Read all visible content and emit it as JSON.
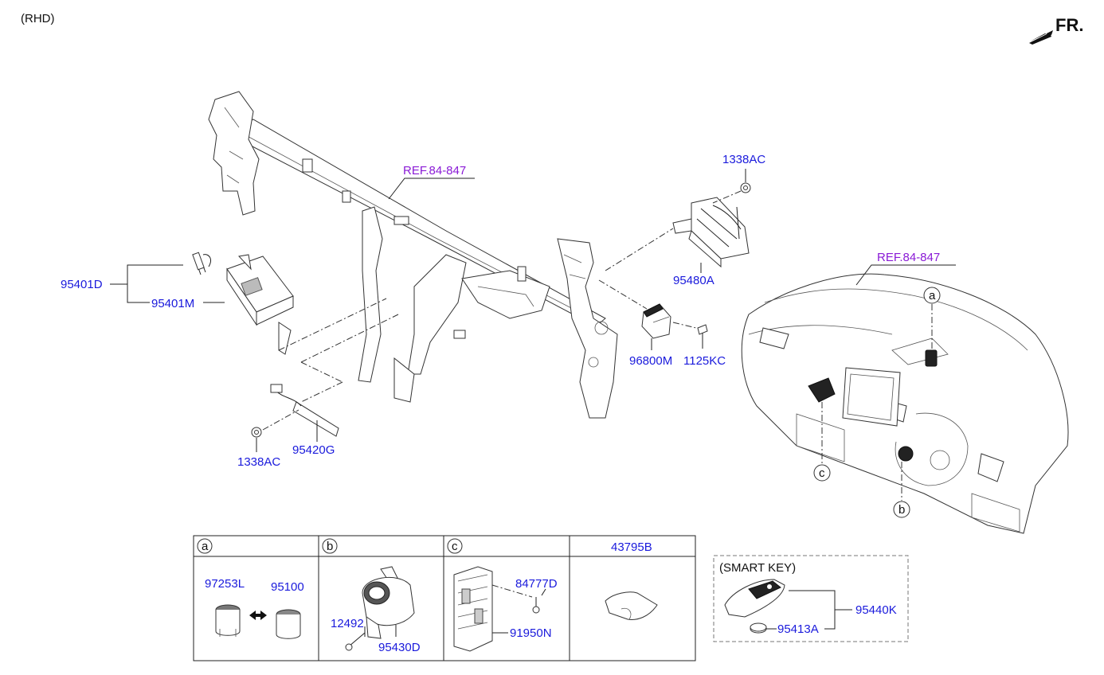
{
  "header": {
    "rhd_label": "(RHD)",
    "direction_label": "FR."
  },
  "references": {
    "ref_top": "REF.84-847",
    "ref_right": "REF.84-847"
  },
  "parts": {
    "p95401D": "95401D",
    "p95401M": "95401M",
    "p1338AC_top": "1338AC",
    "p95480A": "95480A",
    "p96800M": "96800M",
    "p1125KC": "1125KC",
    "p1338AC_bottom": "1338AC",
    "p95420G": "95420G"
  },
  "callouts": {
    "a": "a",
    "b": "b",
    "c": "c"
  },
  "detail_table": {
    "headers": [
      "a",
      "b",
      "c",
      "43795B"
    ],
    "cell_a": {
      "left": "97253L",
      "right": "95100"
    },
    "cell_b": {
      "screw": "12492",
      "switch": "95430D"
    },
    "cell_c": {
      "screw": "84777D",
      "module": "91950N"
    }
  },
  "smart_key": {
    "title": "(SMART KEY)",
    "key": "95440K",
    "battery": "95413A"
  }
}
